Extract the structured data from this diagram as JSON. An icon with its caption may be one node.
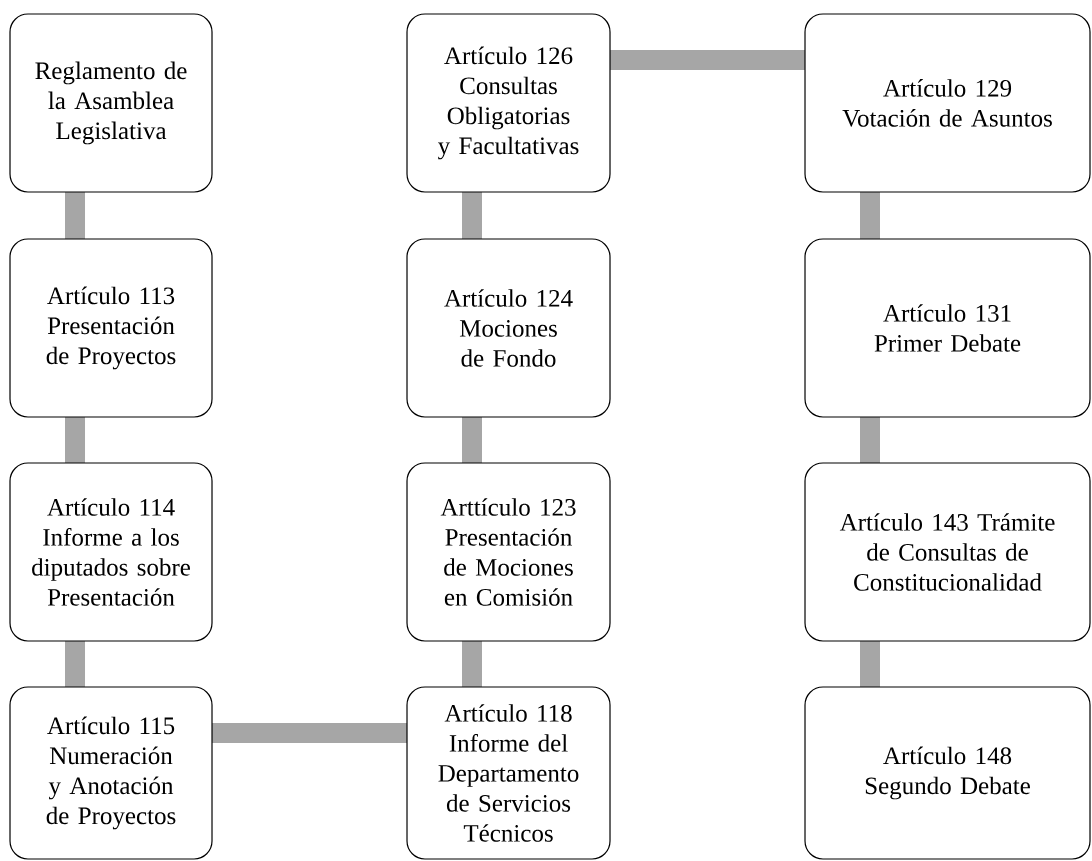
{
  "diagram": {
    "nodes": [
      {
        "text": [
          "Reglamento de la Asamblea Legislativa"
        ]
      },
      {
        "text": [
          "Artículo 113 Presentación de Proyectos"
        ]
      },
      {
        "text": [
          "Artículo 114 Informe a los diputados sobre Presentación"
        ]
      },
      {
        "text": [
          "Artículo 115 Numeración y Anotación de Proyectos"
        ]
      },
      {
        "text": [
          "Artículo 118 Informe del Departamento de Servicios Técnicos"
        ]
      },
      {
        "text": [
          "Arttículo 123 Presentación de Mociones en Comisión"
        ]
      },
      {
        "text": [
          "Artículo 124 Mociones de Fondo"
        ]
      },
      {
        "text": [
          "Artículo 126 Consultas Obligatorias y Facultativas"
        ]
      },
      {
        "text": [
          "Artículo 129 Votación de Asuntos"
        ]
      },
      {
        "text": [
          "Artículo 131 Primer Debate"
        ]
      },
      {
        "text": [
          "Artículo 143 Trámite de Consultas de Constitucionalidad"
        ]
      },
      {
        "text": [
          "Artículo 148 Segundo Debate"
        ]
      }
    ],
    "edges": [
      {
        "from": 0,
        "to": 1,
        "arrow": "none"
      },
      {
        "from": 1,
        "to": 2,
        "arrow": "none"
      },
      {
        "from": 2,
        "to": 3,
        "arrow": "none"
      },
      {
        "from": 3,
        "to": 4,
        "arrow": "none"
      },
      {
        "from": 4,
        "to": 5,
        "arrow": "none"
      },
      {
        "from": 5,
        "to": 6,
        "arrow": "none"
      },
      {
        "from": 6,
        "to": 7,
        "arrow": "none"
      },
      {
        "from": 7,
        "to": 8,
        "arrow": "none"
      },
      {
        "from": 8,
        "to": 9,
        "arrow": "none"
      },
      {
        "from": 9,
        "to": 10,
        "arrow": "none"
      },
      {
        "from": 10,
        "to": 11,
        "arrow": "none"
      }
    ]
  }
}
